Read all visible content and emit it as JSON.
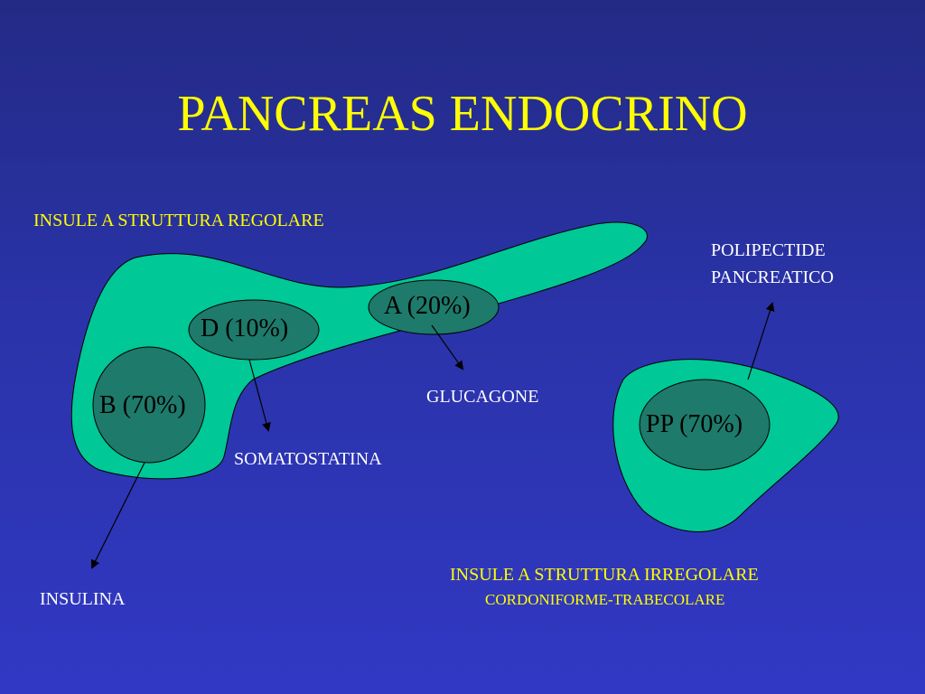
{
  "title": "PANCREAS ENDOCRINO",
  "colors": {
    "background": "#2a33a8",
    "islet_fill": "#00c896",
    "cell_fill": "#1e7a6a",
    "title": "#ffff00",
    "text": "#ffffff"
  },
  "regular": {
    "heading": "INSULE A STRUTTURA REGOLARE",
    "cells": {
      "b": "B (70%)",
      "d": "D (10%)",
      "a": "A (20%)"
    },
    "hormones": {
      "insulina": "INSULINA",
      "somatostatina": "SOMATOSTATINA",
      "glucagone": "GLUCAGONE"
    }
  },
  "irregular": {
    "heading": "INSULE A STRUTTURA IRREGOLARE",
    "subheading": "CORDONIFORME-TRABECOLARE",
    "cell": "PP (70%)",
    "hormone_line1": "POLIPECTIDE",
    "hormone_line2": "PANCREATICO"
  }
}
